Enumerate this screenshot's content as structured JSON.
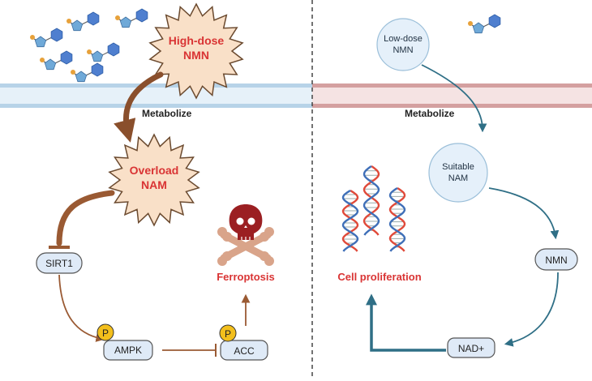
{
  "left_panel": {
    "burst_high": [
      "High-dose",
      "NMN"
    ],
    "metabolize": "Metabolize",
    "burst_overload": [
      "Overload",
      "NAM"
    ],
    "sirt1": "SIRT1",
    "ampk": "AMPK",
    "acc": "ACC",
    "phospho": "P",
    "ferroptosis": "Ferroptosis"
  },
  "right_panel": {
    "low_dose": [
      "Low-dose",
      "NMN"
    ],
    "metabolize": "Metabolize",
    "suitable": [
      "Suitable",
      "NAM"
    ],
    "cell_proliferation": "Cell proliferation",
    "nmn": "NMN",
    "nad": "NAD+"
  },
  "colors": {
    "membrane_left": "#bcd6e8",
    "membrane_right": "#d9a3a3",
    "burst_fill": "#f9e0c8",
    "red_text": "#d93434",
    "brown_arrow": "#9a5a33",
    "teal_arrow": "#2f6f86",
    "node_fill": "#dfeaf7",
    "circle_fill": "#e5f0fa",
    "phospho_fill": "#f3bf1c",
    "molecule_hex": "#4f7fcf",
    "molecule_pent": "#6fa9d8",
    "molecule_dot": "#e7a13a",
    "dna_red": "#e04a3a",
    "dna_blue": "#3f6fb8"
  }
}
